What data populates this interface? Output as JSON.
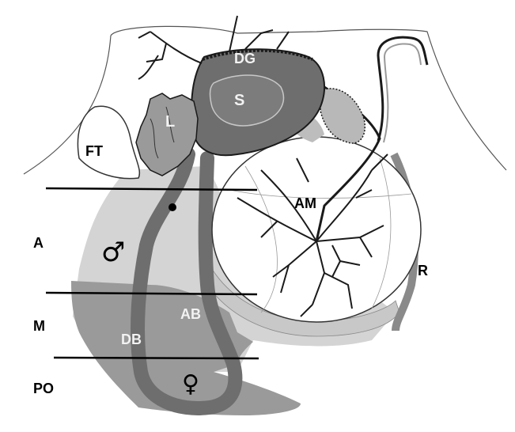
{
  "labels": {
    "dg": "DG",
    "s": "S",
    "l": "L",
    "ft": "FT",
    "am": "AM",
    "r": "R",
    "ab": "AB",
    "db": "DB",
    "a": "A",
    "m": "M",
    "po": "PO"
  },
  "symbols": {
    "male": "♂",
    "female": "♀"
  },
  "colors": {
    "dark_region": "#6e6e6e",
    "mid_region": "#9a9a9a",
    "light_region": "#d4d4d4",
    "outline": "#1a1a1a",
    "white_label": "#f2f2f2"
  }
}
